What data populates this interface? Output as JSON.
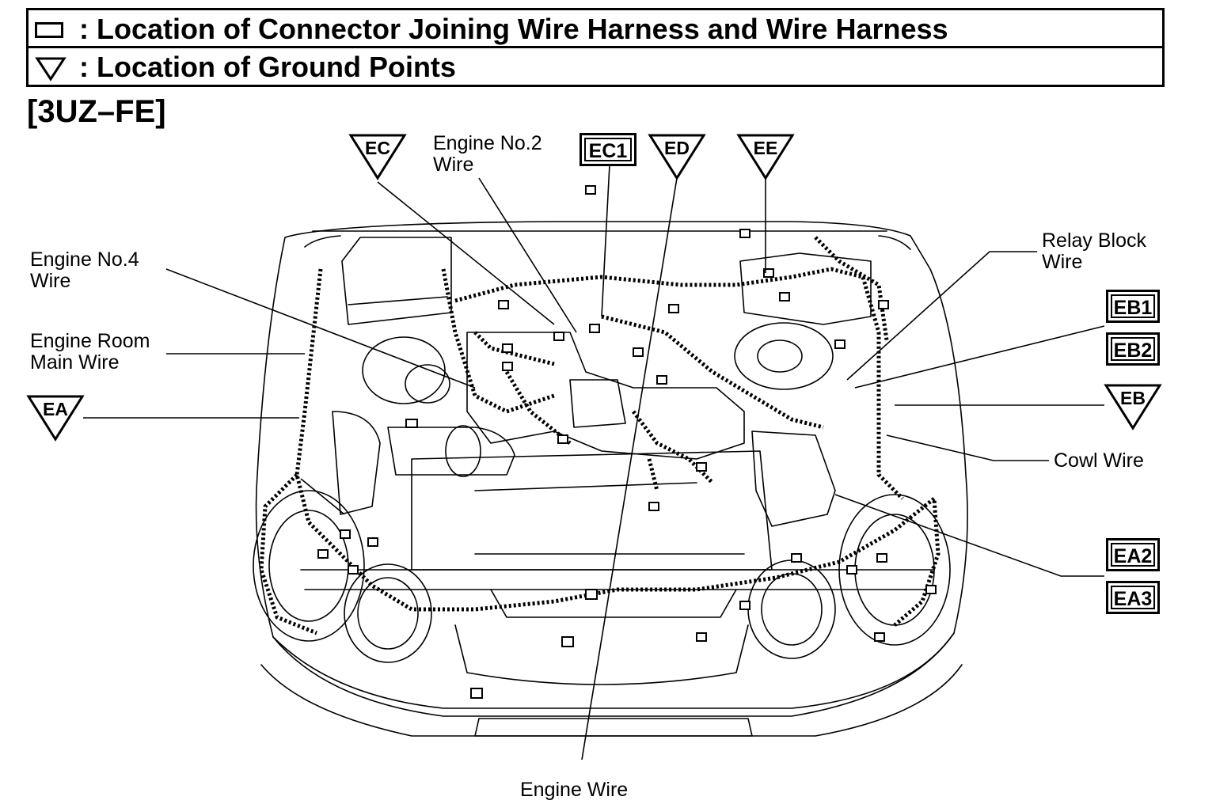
{
  "legend": {
    "connector_text": ": Location of Connector Joining Wire Harness and Wire Harness",
    "ground_text": ": Location of Ground Points"
  },
  "model": "[3UZ–FE]",
  "wires": {
    "engine_no2_l1": "Engine No.2",
    "engine_no2_l2": "Wire",
    "engine_no4_l1": "Engine No.4",
    "engine_no4_l2": "Wire",
    "engine_room_l1": "Engine Room",
    "engine_room_l2": "Main Wire",
    "relay_block_l1": "Relay Block",
    "relay_block_l2": "Wire",
    "cowl": "Cowl Wire",
    "engine": "Engine Wire"
  },
  "connectors": {
    "ec1": "EC1",
    "eb1": "EB1",
    "eb2": "EB2",
    "ea2": "EA2",
    "ea3": "EA3"
  },
  "grounds": {
    "ec": "EC",
    "ed": "ED",
    "ee": "EE",
    "ea": "EA",
    "eb": "EB"
  }
}
